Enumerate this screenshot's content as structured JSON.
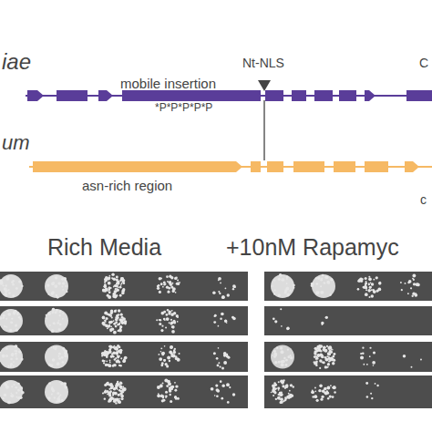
{
  "diagram": {
    "labels": [
      "iae",
      "mobile insertion",
      "*P*P*P*P*P",
      "Nt-NLS",
      "C",
      "um",
      "asn-rich region",
      "c",
      "Rich Media",
      "+10nM Rapamyc"
    ]
  }
}
